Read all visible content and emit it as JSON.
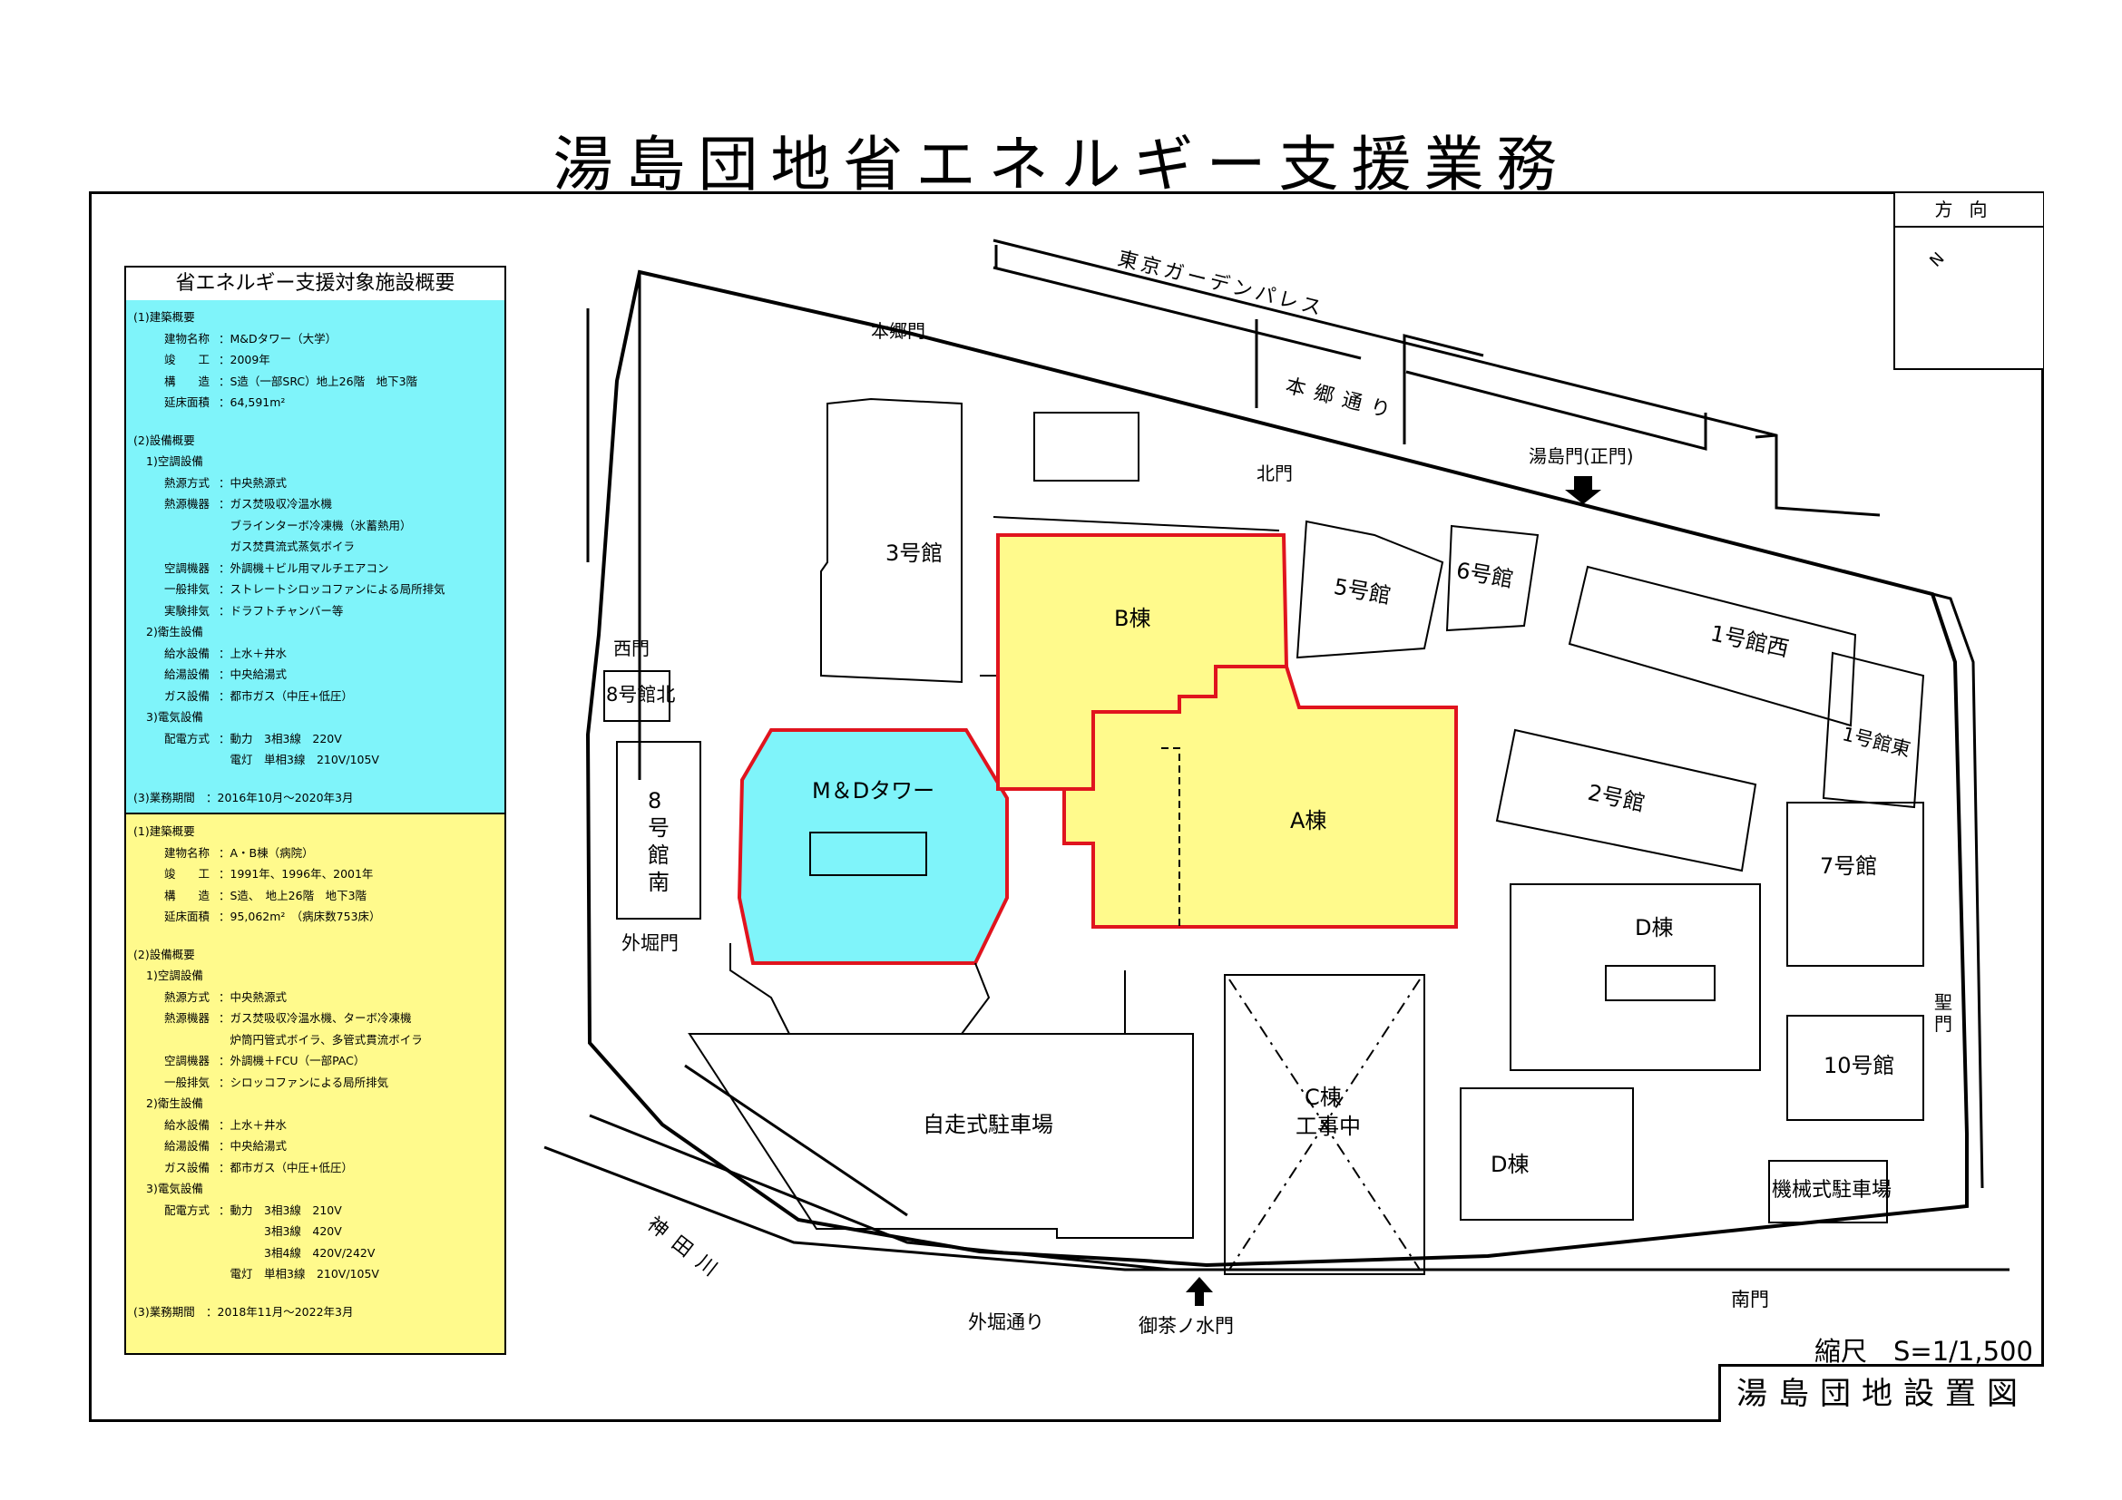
{
  "title": "湯島団地省エネルギー支援業務",
  "info_panel": {
    "header": "省エネルギー支援対象施設概要",
    "section_a": {
      "rows": [
        {
          "k": "(1)建築概要",
          "v": ""
        },
        {
          "k": "建物名称",
          "v": "：M&Dタワー（大学）"
        },
        {
          "k": "竣　　工",
          "v": "：2009年"
        },
        {
          "k": "構　　造",
          "v": "：S造（一部SRC）地上26階　地下3階"
        },
        {
          "k": "延床面積",
          "v": "：64,591m²"
        },
        {
          "k": "(2)設備概要",
          "v": ""
        },
        {
          "k": "1)空調設備",
          "v": ""
        },
        {
          "k": "熱源方式",
          "v": "：中央熱源式"
        },
        {
          "k": "熱源機器",
          "v": "：ガス焚吸収冷温水機"
        },
        {
          "k": "",
          "v": "　ブラインターボ冷凍機（氷蓄熱用）"
        },
        {
          "k": "",
          "v": "　ガス焚貫流式蒸気ボイラ"
        },
        {
          "k": "空調機器",
          "v": "：外調機＋ビル用マルチエアコン"
        },
        {
          "k": "一般排気",
          "v": "：ストレートシロッコファンによる局所排気"
        },
        {
          "k": "実験排気",
          "v": "：ドラフトチャンバー等"
        },
        {
          "k": "2)衛生設備",
          "v": ""
        },
        {
          "k": "給水設備",
          "v": "：上水＋井水"
        },
        {
          "k": "給湯設備",
          "v": "：中央給湯式"
        },
        {
          "k": "ガス設備",
          "v": "：都市ガス（中圧+低圧）"
        },
        {
          "k": "3)電気設備",
          "v": ""
        },
        {
          "k": "配電方式",
          "v": "：動力　3相3線　220V"
        },
        {
          "k": "",
          "v": "　電灯　単相3線　210V/105V"
        },
        {
          "k": "(3)業務期間",
          "v": "：2016年10月～2020年3月"
        }
      ]
    },
    "section_b": {
      "rows": [
        {
          "k": "(1)建築概要",
          "v": ""
        },
        {
          "k": "建物名称",
          "v": "：A・B棟（病院）"
        },
        {
          "k": "竣　　工",
          "v": "：1991年、1996年、2001年"
        },
        {
          "k": "構　　造",
          "v": "：S造、　地上26階　地下3階"
        },
        {
          "k": "延床面積",
          "v": "：95,062m²　（病床数753床）"
        },
        {
          "k": "(2)設備概要",
          "v": ""
        },
        {
          "k": "1)空調設備",
          "v": ""
        },
        {
          "k": "熱源方式",
          "v": "：中央熱源式"
        },
        {
          "k": "熱源機器",
          "v": "：ガス焚吸収冷温水機、ターボ冷凍機"
        },
        {
          "k": "",
          "v": "　炉筒円管式ボイラ、多管式貫流ボイラ"
        },
        {
          "k": "空調機器",
          "v": "：外調機＋FCU（一部PAC）"
        },
        {
          "k": "一般排気",
          "v": "：シロッコファンによる局所排気"
        },
        {
          "k": "2)衛生設備",
          "v": ""
        },
        {
          "k": "給水設備",
          "v": "：上水＋井水"
        },
        {
          "k": "給湯設備",
          "v": "：中央給湯式"
        },
        {
          "k": "ガス設備",
          "v": "：都市ガス（中圧+低圧）"
        },
        {
          "k": "3)電気設備",
          "v": ""
        },
        {
          "k": "配電方式",
          "v": "：動力　3相3線　210V"
        },
        {
          "k": "",
          "v": "　　　　3相3線　420V"
        },
        {
          "k": "",
          "v": "　　　　3相4線　420V/242V"
        },
        {
          "k": "",
          "v": "　電灯　単相3線　210V/105V"
        },
        {
          "k": "(3)業務期間",
          "v": "：2018年11月～2022年3月"
        }
      ]
    }
  },
  "compass": {
    "header": "方向",
    "north_label": "N"
  },
  "colors": {
    "tower_fill": "#7ff4fa",
    "hospital_fill": "#fffa8c",
    "highlight_border": "#e0141e"
  },
  "labels": {
    "tokyo_garden_palace": "東京ガーデンパレス",
    "hongo_dori": "本郷通り",
    "hongo_mon": "本郷門",
    "kita_mon": "北門",
    "yushima_mon": "湯島門(正門)",
    "bldg_3": "3号館",
    "bldg_b": "B棟",
    "bldg_5": "5号館",
    "bldg_6": "6号館",
    "bldg_1w": "1号館西",
    "bldg_1e": "1号館東",
    "nishi_mon": "西門",
    "bldg_8n": "8号館北",
    "bldg_8s": "8号館南",
    "md_tower": "M＆Dタワー",
    "bldg_a": "A棟",
    "bldg_2": "2号館",
    "bldg_7": "7号館",
    "bldg_d1": "D棟",
    "bldg_10": "10号館",
    "hijiri_mon": "聖門",
    "sotobori_mon": "外堀門",
    "parking_self": "自走式駐車場",
    "bldg_c": "C棟",
    "construction": "工事中",
    "bldg_d2": "D棟",
    "parking_mech": "機械式駐車場",
    "kanda_river": "神田川",
    "sotobori_dori": "外堀通り",
    "ochanomizu_mon": "御茶ノ水門",
    "minami_mon": "南門"
  },
  "scale": "縮尺　S=1/1,500",
  "caption": "湯島団地設置図"
}
